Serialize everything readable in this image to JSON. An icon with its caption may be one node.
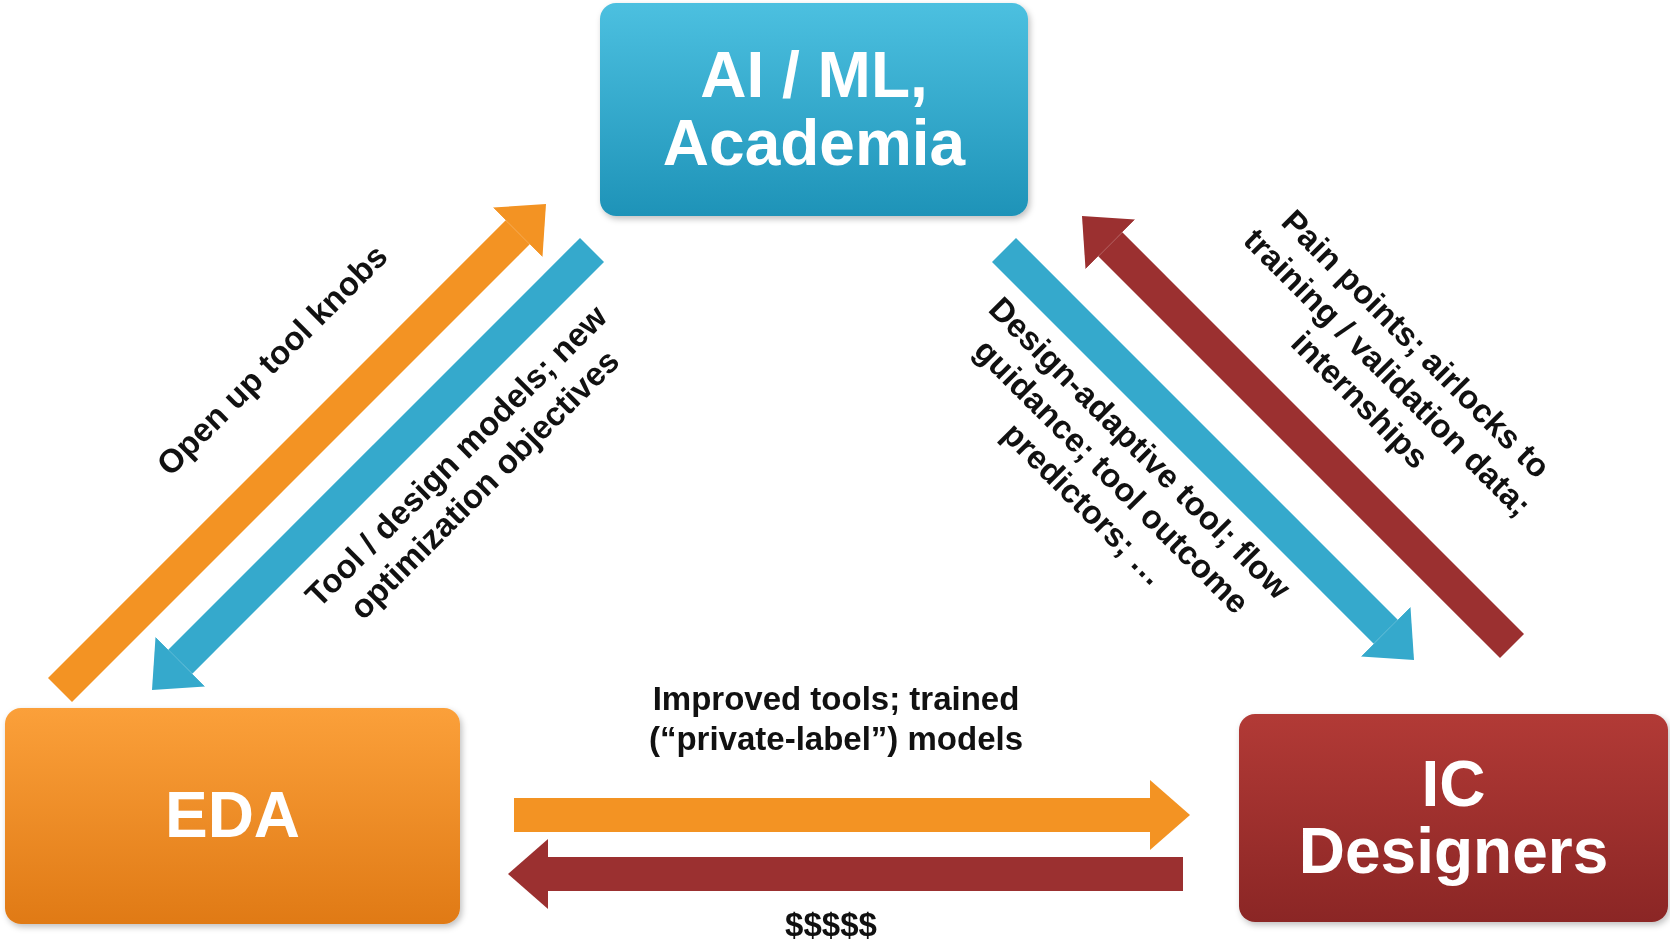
{
  "diagram": {
    "nodes": [
      {
        "text": [
          "AI / ML, Academia"
        ]
      },
      {
        "text": [
          "EDA"
        ]
      },
      {
        "text": [
          "IC Designers"
        ]
      }
    ],
    "edges": [
      {
        "from": 1,
        "to": 0,
        "arrow": "to",
        "label": "Open up tool knobs",
        "color": "#f39323"
      },
      {
        "from": 0,
        "to": 1,
        "arrow": "to",
        "label": "Tool / design models; new optimization objectives",
        "color": "#35a9cc"
      },
      {
        "from": 0,
        "to": 2,
        "arrow": "to",
        "label": "Design-adaptive tool; flow guidance; tool outcome predictors; …",
        "color": "#35a9cc"
      },
      {
        "from": 2,
        "to": 0,
        "arrow": "to",
        "label": "Pain points; airlocks to training / validation data; internships",
        "color": "#9b3030"
      },
      {
        "from": 1,
        "to": 2,
        "arrow": "to",
        "label": "Improved tools; trained (“private-label”) models",
        "color": "#f39323"
      },
      {
        "from": 2,
        "to": 1,
        "arrow": "to",
        "label": "$$$$$",
        "color": "#9b3030"
      }
    ]
  }
}
